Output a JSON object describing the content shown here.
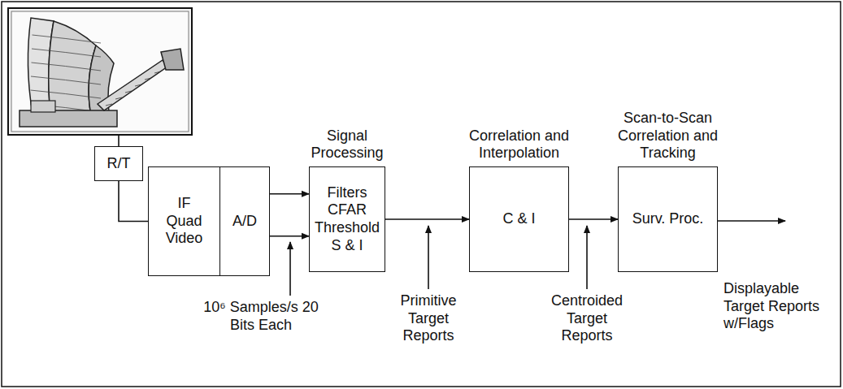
{
  "diagram": {
    "nodes": [
      {
        "text": [
          "R/T"
        ]
      },
      {
        "text": [
          "IF Quad Video"
        ]
      },
      {
        "text": [
          "A/D"
        ]
      },
      {
        "text": [
          "Signal Processing",
          "Filters CFAR Threshold S & I"
        ]
      },
      {
        "text": [
          "Correlation and Interpolation",
          "C & I"
        ]
      },
      {
        "text": [
          "Scan-to-Scan Correlation and Tracking",
          "Surv. Proc."
        ]
      }
    ],
    "edges": [
      {
        "from": 0,
        "to": 1,
        "arrow": "none"
      },
      {
        "from": 2,
        "to": 3,
        "arrow": "to"
      },
      {
        "from": 2,
        "to": 3,
        "arrow": "to"
      },
      {
        "from": 3,
        "to": 4,
        "arrow": "to"
      },
      {
        "from": 4,
        "to": 5,
        "arrow": "to"
      }
    ],
    "labels": [
      "10⁶ Samples/s 20 Bits Each",
      "Primitive Target Reports",
      "Centroided Target Reports",
      "Displayable Target Reports w/Flags"
    ]
  }
}
